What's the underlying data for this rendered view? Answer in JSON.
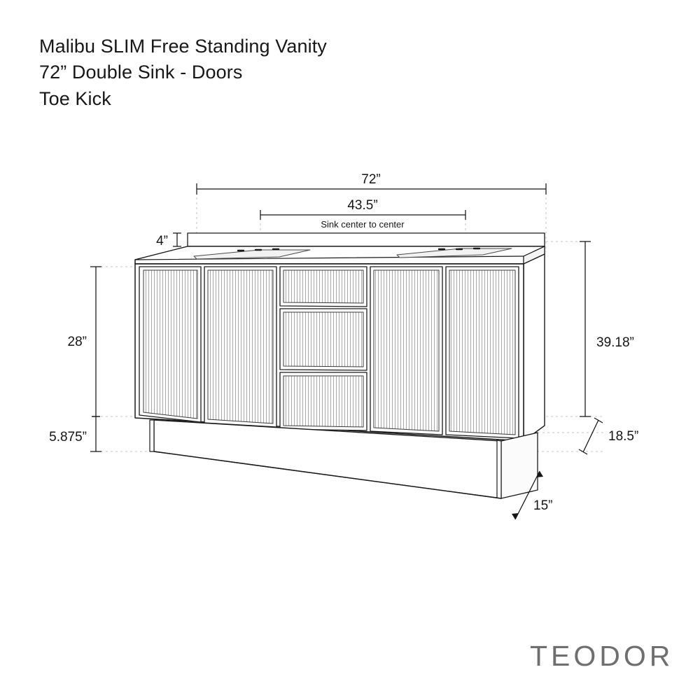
{
  "document": {
    "type": "technical-drawing",
    "title_lines": [
      "Malibu SLIM Free Standing Vanity",
      "72” Double Sink - Doors",
      "Toe Kick"
    ],
    "brand": "TEODOR",
    "background_color": "#ffffff",
    "line_color": "#1a1a1a",
    "dim_color": "#151515",
    "brand_color": "#6f6f72"
  },
  "dimensions": {
    "overall_width": "72”",
    "sink_center_to_center": "43.5”",
    "sink_center_note": "Sink center to center",
    "backsplash_height": "4”",
    "cabinet_body_height": "28”",
    "toe_kick_height": "5.875”",
    "overall_height": "39.18”",
    "counter_to_floor": "18.5”",
    "depth": "15”"
  },
  "product": {
    "name": "Malibu SLIM Free Standing Vanity",
    "config": "72” Double Sink - Doors",
    "base": "Toe Kick",
    "doors": 4,
    "drawers": 3,
    "sinks": 2,
    "front_panels": [
      {
        "name": "door-left-outer",
        "kind": "door"
      },
      {
        "name": "door-left-inner",
        "kind": "door"
      },
      {
        "name": "drawer-top",
        "kind": "drawer"
      },
      {
        "name": "drawer-middle",
        "kind": "drawer"
      },
      {
        "name": "drawer-bottom",
        "kind": "drawer"
      },
      {
        "name": "door-right-inner",
        "kind": "door"
      },
      {
        "name": "door-right-outer",
        "kind": "door"
      }
    ]
  }
}
